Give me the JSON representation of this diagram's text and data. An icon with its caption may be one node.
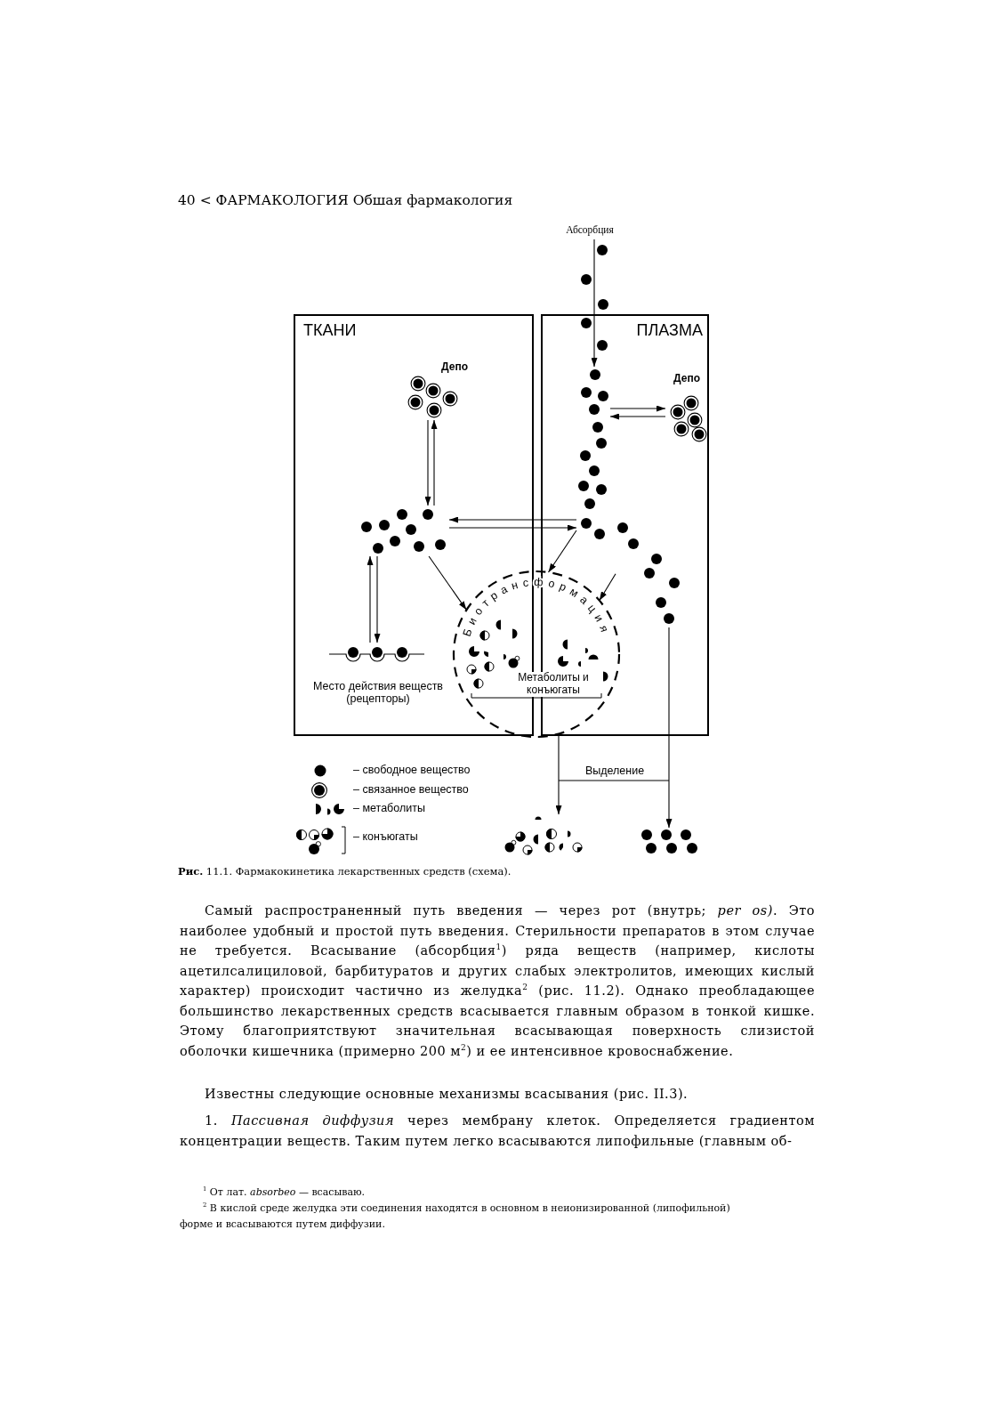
{
  "diagram": {
    "caption": "**Рис.** 11.1. Фармакокинетика лекарственных средств (схема).",
    "nodes": [
      {
        "text": [
          "Абсорбция"
        ]
      },
      {
        "text": [
          "ТКАНИ"
        ]
      },
      {
        "text": [
          "Депо"
        ],
        "in": 1
      },
      {
        "text": [],
        "shape": "picture",
        "in": 1
      },
      {
        "text": [
          "Место действия веществ (рецепторы)"
        ],
        "in": 1
      },
      {
        "text": [
          "ПЛАЗМА"
        ]
      },
      {
        "text": [],
        "shape": "picture",
        "in": 5
      },
      {
        "text": [
          "Депо"
        ],
        "in": 5
      },
      {
        "text": [],
        "shape": "picture",
        "in": 5
      },
      {
        "text": [
          "Биотрансформация",
          "Метаболиты и конъюгаты"
        ]
      },
      {
        "text": [],
        "shape": "picture"
      },
      {
        "text": [],
        "shape": "picture"
      }
    ],
    "edges": [
      {
        "from": 0,
        "to": 6,
        "arrow": "to"
      },
      {
        "from": 6,
        "to": 7,
        "arrow": "to"
      },
      {
        "from": 7,
        "to": 6,
        "arrow": "to"
      },
      {
        "from": 2,
        "to": 3,
        "arrow": "to"
      },
      {
        "from": 3,
        "to": 2,
        "arrow": "to"
      },
      {
        "from": 6,
        "to": 3,
        "arrow": "to"
      },
      {
        "from": 3,
        "to": 6,
        "arrow": "to"
      },
      {
        "from": 3,
        "to": 4,
        "arrow": "to"
      },
      {
        "from": 4,
        "to": 3,
        "arrow": "to"
      },
      {
        "from": 3,
        "to": 9,
        "arrow": "to"
      },
      {
        "from": 6,
        "to": 9,
        "arrow": "to"
      },
      {
        "from": 8,
        "to": 9,
        "arrow": "to"
      },
      {
        "from": 9,
        "to": 10,
        "arrow": "to"
      },
      {
        "from": 8,
        "to": 11,
        "arrow": "to"
      }
    ],
    "labels": [
      "40 < ФАРМАКОЛОГИЯ Обшая фармакология",
      "Выделение",
      "Самый распространенный путь введения — через рот (внутрь; *per os)*. Это наиболее удобный и простой путь введения. Стерильности препаратов в этом случае не требуется. Всасывание (абсорбция$^{1}$) ряда веществ (например, кислоты ацетилсалициловой, барбитуратов и других слабых электролитов, имеющих кислый характер) происходит частично из желудка$^{2}$ (рис. 11.2). Однако преобладающее большинство лекарственных средств всасывается главным образом в тонкой кишке. Этому благоприятствуют значительная всасывающая поверхность слизистой оболочки кишечника (примерно 200 м$^{2}$) и ее интенсивное кровоснабжение.",
      "Известны следующие основные механизмы всасывания (рис. II.3).",
      "1. *Пассивная диффузия* через мембрану клеток. Определяется градиентом концентрации веществ. Таким путем легко всасываются липофильные (главным об-",
      "$^{1}$ От лат. *absorbeo* — всасываю.",
      "$^{2}$ В кислой среде желудка эти соединения находятся в основном в неионизированной (липофильной) форме и всасываются путем диффузии."
    ],
    "legend": [
      {
        "text": "– свободное вещество"
      },
      {
        "text": "– связанное вещество"
      },
      {
        "text": "– метаболиты"
      },
      {
        "text": "– конъюгаты"
      }
    ]
  }
}
